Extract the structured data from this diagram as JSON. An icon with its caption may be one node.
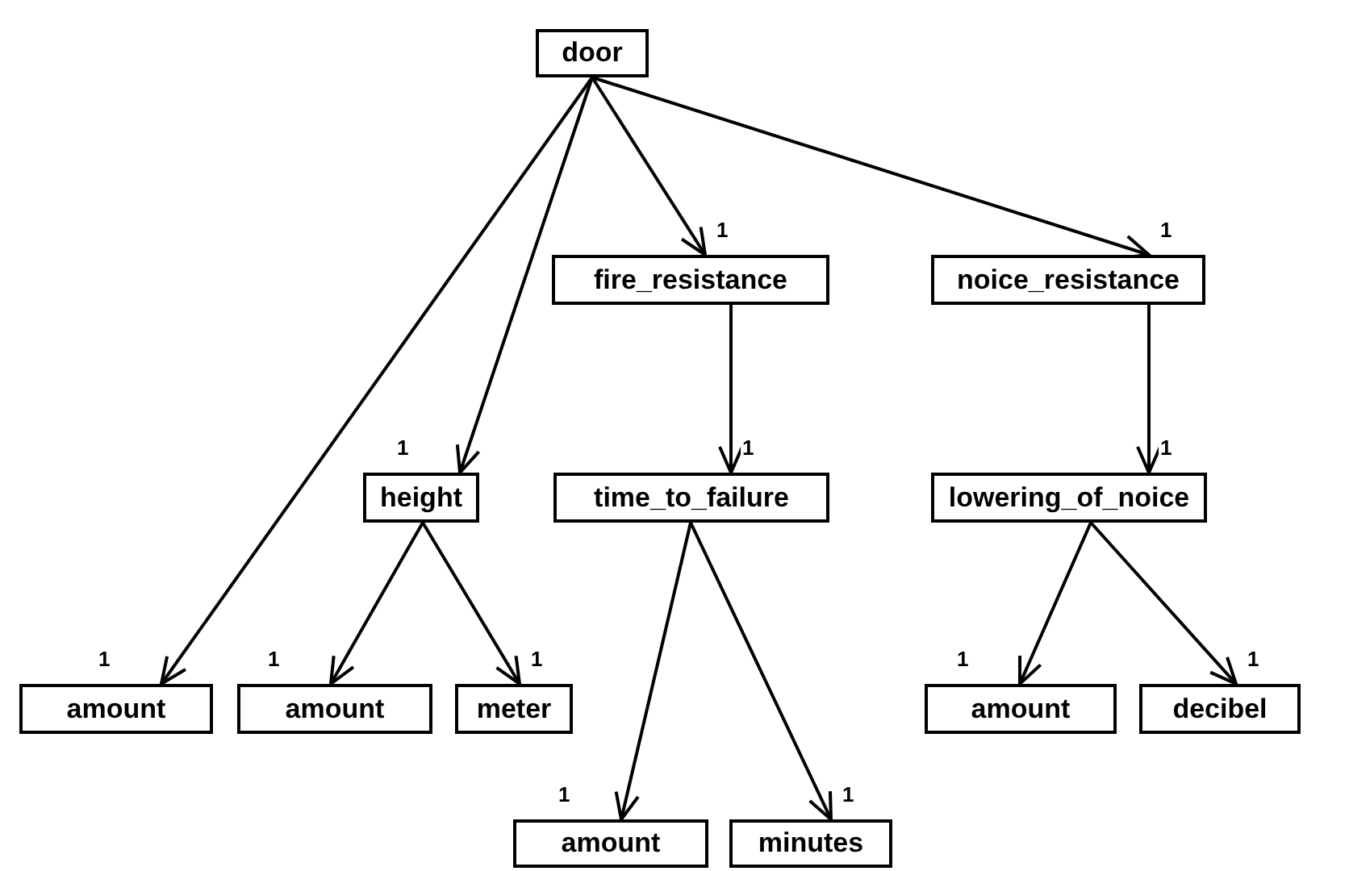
{
  "diagram": {
    "nodes": [
      {
        "text": [
          "door"
        ]
      },
      {
        "text": [
          "fire_resistance"
        ]
      },
      {
        "text": [
          "noice_resistance"
        ]
      },
      {
        "text": [
          "height"
        ]
      },
      {
        "text": [
          "time_to_failure"
        ]
      },
      {
        "text": [
          "lowering_of_noice"
        ]
      },
      {
        "text": [
          "amount"
        ]
      },
      {
        "text": [
          "amount"
        ]
      },
      {
        "text": [
          "meter"
        ]
      },
      {
        "text": [
          "amount"
        ]
      },
      {
        "text": [
          "decibel"
        ]
      },
      {
        "text": [
          "amount"
        ]
      },
      {
        "text": [
          "minutes"
        ]
      }
    ],
    "edges": [
      {
        "from": 0,
        "to": 6,
        "arrow": "to",
        "label": "1"
      },
      {
        "from": 0,
        "to": 3,
        "arrow": "to",
        "label": "1"
      },
      {
        "from": 0,
        "to": 1,
        "arrow": "to",
        "label": "1"
      },
      {
        "from": 0,
        "to": 2,
        "arrow": "to",
        "label": "1"
      },
      {
        "from": 1,
        "to": 4,
        "arrow": "to",
        "label": "1"
      },
      {
        "from": 2,
        "to": 5,
        "arrow": "to",
        "label": "1"
      },
      {
        "from": 3,
        "to": 7,
        "arrow": "to",
        "label": "1"
      },
      {
        "from": 3,
        "to": 8,
        "arrow": "to",
        "label": "1"
      },
      {
        "from": 4,
        "to": 11,
        "arrow": "to",
        "label": "1"
      },
      {
        "from": 4,
        "to": 12,
        "arrow": "to",
        "label": "1"
      },
      {
        "from": 5,
        "to": 9,
        "arrow": "to",
        "label": "1"
      },
      {
        "from": 5,
        "to": 10,
        "arrow": "to",
        "label": "1"
      }
    ]
  }
}
